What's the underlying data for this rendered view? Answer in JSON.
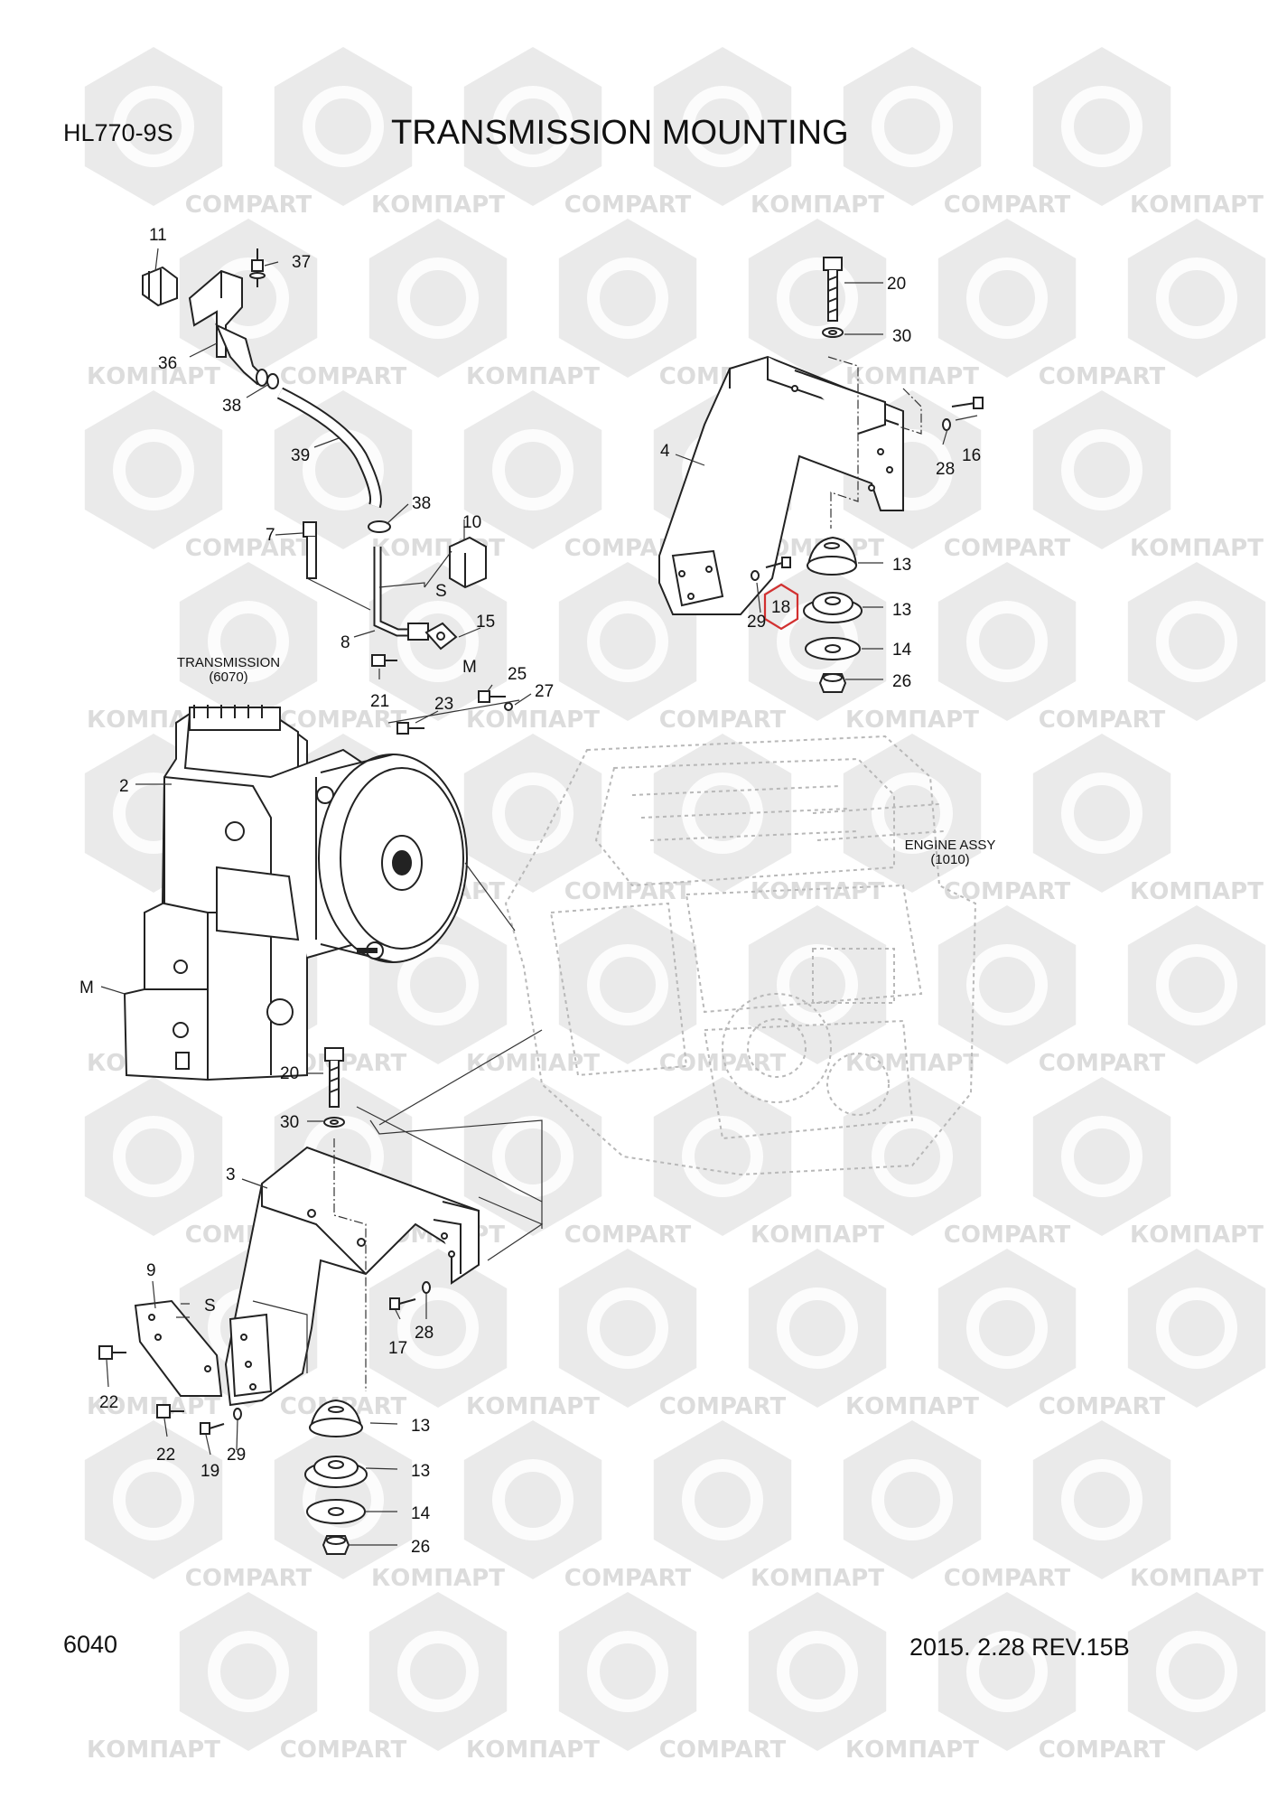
{
  "header": {
    "model": "HL770-9S",
    "title": "TRANSMISSION MOUNTING"
  },
  "footer": {
    "page_number": "6040",
    "date_revision": "2015. 2.28  REV.15B"
  },
  "assembly_labels": {
    "transmission": "TRANSMISSION",
    "transmission_code": "(6070)",
    "engine": "ENGINE ASSY",
    "engine_code": "(1010)"
  },
  "callouts": {
    "c11": "11",
    "c37": "37",
    "c36": "36",
    "c38a": "38",
    "c39": "39",
    "c38b": "38",
    "c7": "7",
    "c10": "10",
    "cS1": "S",
    "c8": "8",
    "c15": "15",
    "cM1": "M",
    "c21": "21",
    "c25": "25",
    "c27": "27",
    "c23": "23",
    "c2": "2",
    "cM2": "M",
    "c20a": "20",
    "c30a": "30",
    "c4": "4",
    "c16": "16",
    "c28a": "28",
    "c13a": "13",
    "c13b": "13",
    "c14a": "14",
    "c26a": "26",
    "c29a": "29",
    "c18": "18",
    "c20b": "20",
    "c30b": "30",
    "c3": "3",
    "c9": "9",
    "cS2": "S",
    "c17": "17",
    "c28b": "28",
    "c22a": "22",
    "c22b": "22",
    "c19": "19",
    "c29b": "29",
    "c13c": "13",
    "c13d": "13",
    "c14b": "14",
    "c26b": "26"
  },
  "watermark": {
    "text_latin": "COMPART",
    "text_cyrillic": "КОМПАРТ",
    "color": "#d9d9d9"
  },
  "highlight_color": "#d23030"
}
